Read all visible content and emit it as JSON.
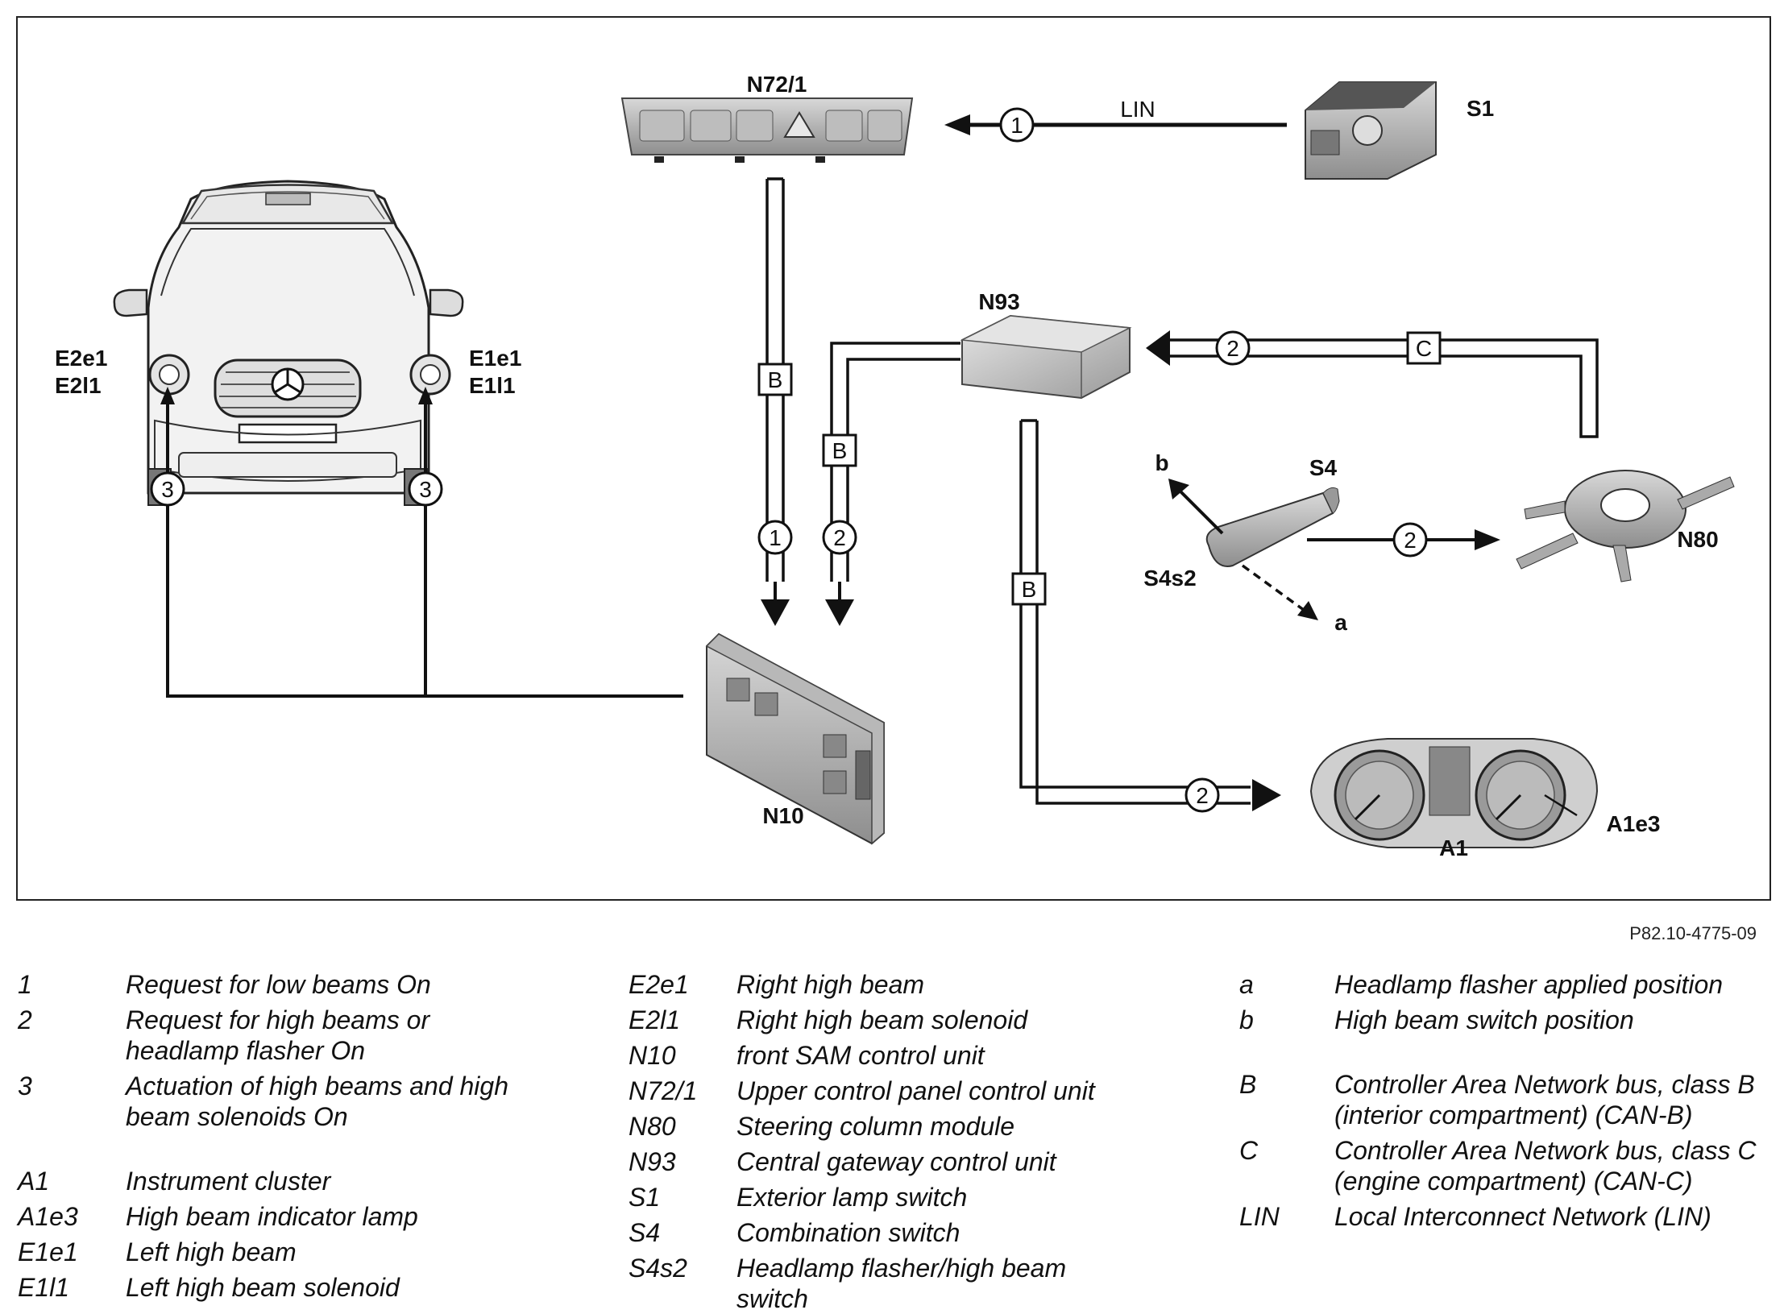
{
  "diagram": {
    "labels": {
      "n72_1": "N72/1",
      "s1": "S1",
      "lin": "LIN",
      "n93": "N93",
      "e2e1": "E2e1",
      "e2l1": "E2l1",
      "e1e1": "E1e1",
      "e1l1": "E1l1",
      "s4": "S4",
      "s4s2": "S4s2",
      "b": "b",
      "a": "a",
      "n80": "N80",
      "n10": "N10",
      "a1": "A1",
      "a1e3": "A1e3"
    },
    "circles": {
      "c1_lin": "1",
      "c2_top": "2",
      "c3_left": "3",
      "c3_right": "3",
      "c1_down": "1",
      "c2_down": "2",
      "c2_s4": "2",
      "c2_a1": "2"
    },
    "buses": {
      "b1": "B",
      "b2": "B",
      "b3": "B",
      "c": "C"
    }
  },
  "reference": "P82.10-4775-09",
  "legend": {
    "col1": [
      {
        "key": "1",
        "value": "Request for low beams On"
      },
      {
        "key": "2",
        "value": "Request for high beams or headlamp flasher On"
      },
      {
        "key": "3",
        "value": "Actuation of high beams and high beam solenoids On"
      },
      {
        "key": "A1",
        "value": "Instrument cluster"
      },
      {
        "key": "A1e3",
        "value": "High beam indicator lamp"
      },
      {
        "key": "E1e1",
        "value": "Left high beam"
      },
      {
        "key": "E1l1",
        "value": "Left high beam solenoid"
      }
    ],
    "col2": [
      {
        "key": "E2e1",
        "value": "Right high beam"
      },
      {
        "key": "E2l1",
        "value": "Right high beam solenoid"
      },
      {
        "key": "N10",
        "value": "front SAM control unit"
      },
      {
        "key": "N72/1",
        "value": "Upper control panel control unit"
      },
      {
        "key": "N80",
        "value": "Steering column module"
      },
      {
        "key": "N93",
        "value": "Central gateway control unit"
      },
      {
        "key": "S1",
        "value": "Exterior lamp switch"
      },
      {
        "key": "S4",
        "value": "Combination switch"
      },
      {
        "key": "S4s2",
        "value": "Headlamp flasher/high beam switch"
      }
    ],
    "col3": [
      {
        "key": "a",
        "value": "Headlamp flasher applied position"
      },
      {
        "key": "b",
        "value": "High beam switch position"
      },
      {
        "key": "B",
        "value": "Controller Area Network bus, class B (interior compartment) (CAN-B)"
      },
      {
        "key": "C",
        "value": "Controller Area Network bus, class C (engine compartment) (CAN-C)"
      },
      {
        "key": "LIN",
        "value": "Local Interconnect Network (LIN)"
      }
    ]
  }
}
